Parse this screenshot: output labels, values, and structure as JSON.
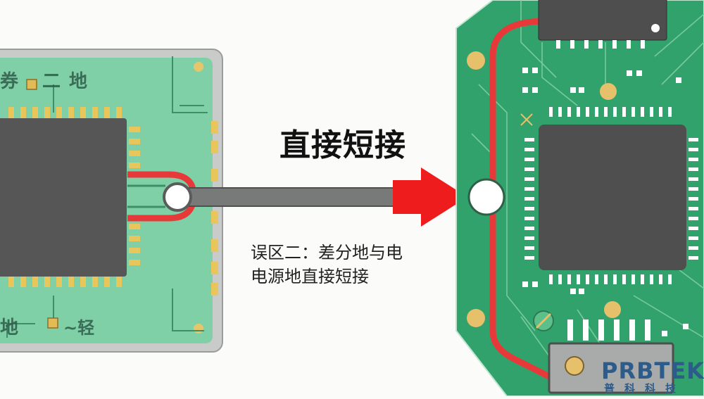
{
  "heading": "直接短接",
  "caption": {
    "line1": "误区二：差分地与电",
    "line2": "电源地直接短接"
  },
  "left_board": {
    "label_top_left": "券",
    "label_top_mid": "二",
    "label_top_right": "地",
    "label_bottom_left": "地",
    "label_bottom_right": "~轻"
  },
  "logo": {
    "brand": "PRBTEK",
    "sub": "普科科技"
  },
  "colors": {
    "pcb_green": "#7ccfa4",
    "pcb_dark_green": "#2fa06d",
    "trace_red": "#e8393a",
    "arrow_red": "#ee1c1c",
    "frame_grey": "#c7c9c8",
    "chip_grey": "#555555",
    "pad_gold": "#e9c25a"
  }
}
